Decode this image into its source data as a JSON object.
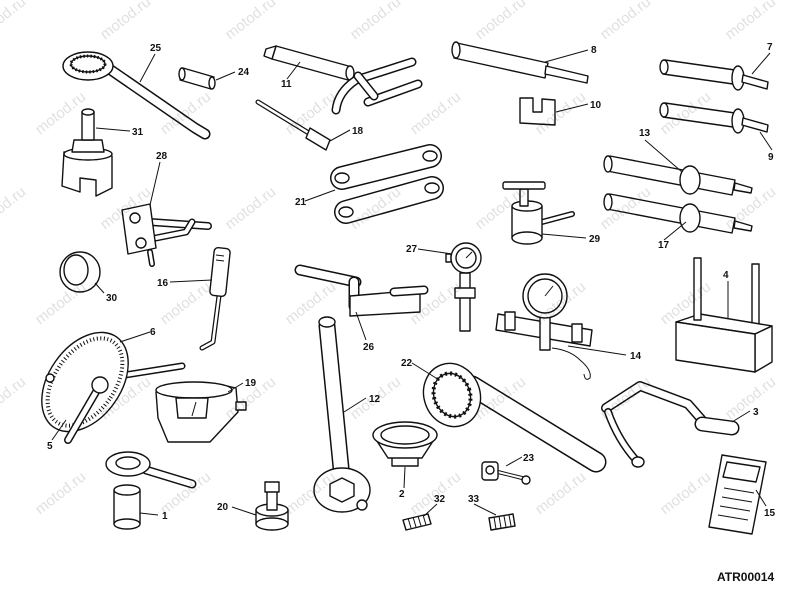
{
  "figure_code": "ATR00014",
  "watermark": "motod.ru",
  "callouts": {
    "n1": "1",
    "n2": "2",
    "n3": "3",
    "n4": "4",
    "n5": "5",
    "n6": "6",
    "n7": "7",
    "n8": "8",
    "n9": "9",
    "n10": "10",
    "n11": "11",
    "n12": "12",
    "n13": "13",
    "n14": "14",
    "n15": "15",
    "n16": "16",
    "n17": "17",
    "n18": "18",
    "n19": "19",
    "n20": "20",
    "n21": "21",
    "n22": "22",
    "n23": "23",
    "n24": "24",
    "n25": "25",
    "n26": "26",
    "n27": "27",
    "n28": "28",
    "n29": "29",
    "n30": "30",
    "n31": "31",
    "n32": "32",
    "n33": "33"
  }
}
